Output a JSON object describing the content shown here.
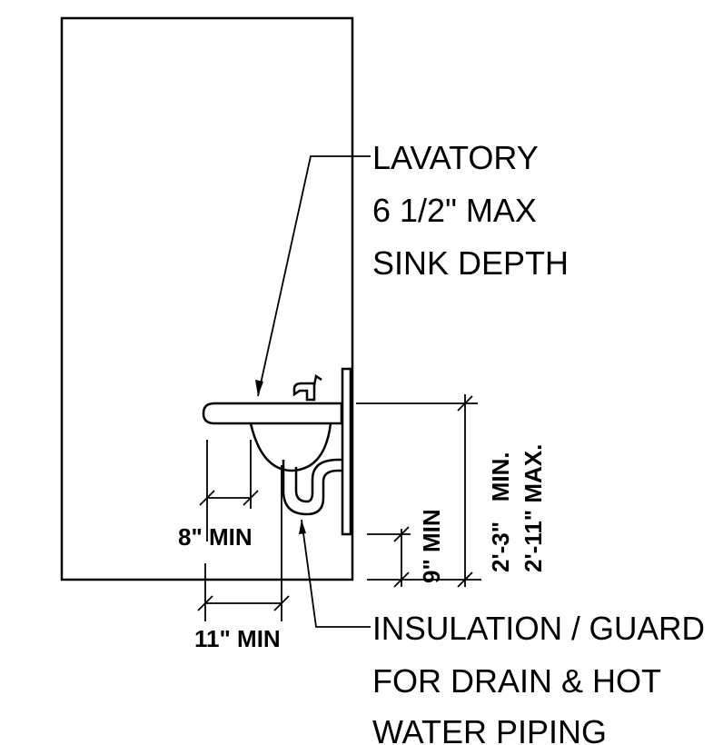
{
  "callouts": {
    "lavatory": [
      "LAVATORY",
      "6 1/2\" MAX",
      "SINK DEPTH"
    ],
    "insulation": [
      "INSULATION / GUARD",
      "FOR DRAIN & HOT",
      "WATER PIPING"
    ]
  },
  "dimensions": {
    "knee_8": "8\" MIN",
    "knee_11": "11\" MIN",
    "height_9": "9\" MIN",
    "height_min": "2'-3\"   MIN.",
    "height_max": "2'-11\" MAX."
  }
}
